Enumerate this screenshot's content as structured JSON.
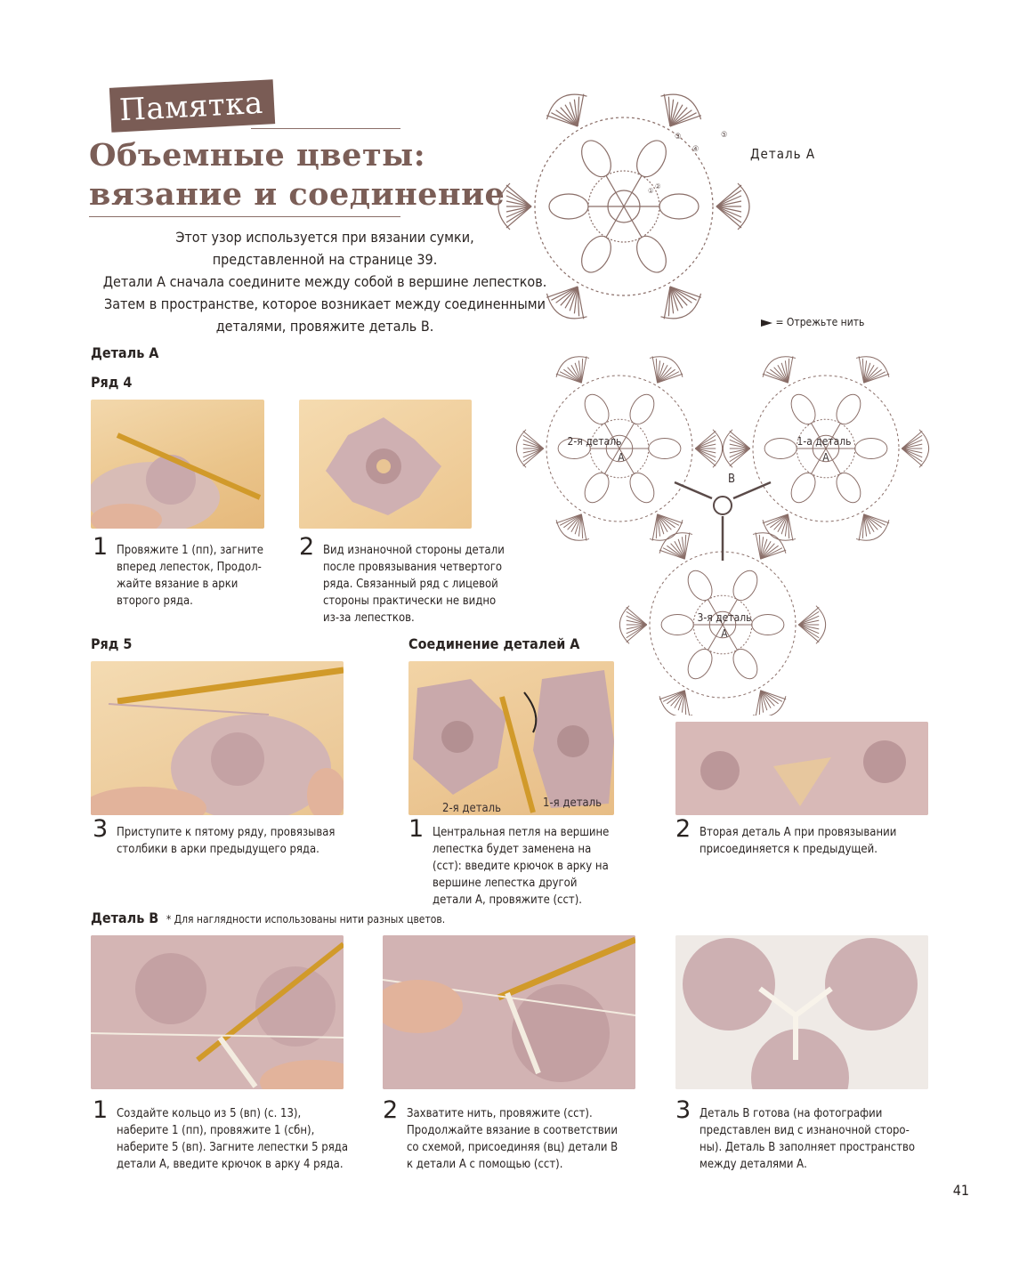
{
  "header": {
    "badge": "Памятка",
    "title_line1": "Объемные цветы:",
    "title_line2": "вязание и соединение"
  },
  "intro": [
    "Этот узор используется при вязании сумки,",
    "представленной на странице 39.",
    "Детали А сначала соедините между собой в вершине лепестков.",
    "Затем в пространстве, которое возникает между соединенными",
    "деталями, провяжите деталь В."
  ],
  "diagrams": {
    "top_label": "Деталь А",
    "round_numbers": [
      "③",
      "④",
      "⑤",
      "①",
      "②"
    ],
    "legend": "= Отрежьте нить",
    "joined_labels": [
      "2-я деталь",
      "А",
      "1-а деталь",
      "А",
      "3-я деталь",
      "А",
      "B"
    ]
  },
  "sections": {
    "detail_a": "Деталь А",
    "row4": "Ряд 4",
    "row5": "Ряд 5",
    "joining": "Соединение деталей А",
    "detail_b": "Деталь В",
    "detail_b_note": "* Для наглядности использованы нити разных цветов."
  },
  "photo_labels": {
    "second": "2-я деталь",
    "first": "1-я деталь"
  },
  "steps": {
    "row4_1": {
      "n": "1",
      "lines": [
        "Провяжите 1 (пп), загните",
        "вперед лепесток, Продол-",
        "жайте вязание в арки",
        "второго ряда."
      ]
    },
    "row4_2": {
      "n": "2",
      "lines": [
        "Вид изнаночной стороны детали",
        "после провязывания четвертого",
        "ряда. Связанный ряд с лицевой",
        "стороны практически не видно",
        "из-за лепестков."
      ]
    },
    "row5_3": {
      "n": "3",
      "lines": [
        "Приступите к пятому ряду, провязывая",
        "столбики в арки предыдущего ряда."
      ]
    },
    "join_1": {
      "n": "1",
      "lines": [
        "Центральная петля на вершине",
        "лепестка будет заменена на",
        "(сст): введите крючок в арку на",
        "вершине лепестка другой",
        "детали А, провяжите (сст)."
      ]
    },
    "join_2": {
      "n": "2",
      "lines": [
        "Вторая деталь А при провязывании",
        "присоединяется к предыдущей."
      ]
    },
    "b_1": {
      "n": "1",
      "lines": [
        "Создайте кольцо из 5 (вп) (с. 13),",
        "наберите 1 (пп), провяжите 1 (сбн),",
        "наберите 5 (вп). Загните лепестки 5 ряда",
        "детали А, введите крючок в арку 4 ряда."
      ]
    },
    "b_2": {
      "n": "2",
      "lines": [
        "Захватите нить, провяжите (сст).",
        "Продолжайте вязание в соответствии",
        "со схемой, присоединяя (вц) детали В",
        "к детали А с помощью (сст)."
      ]
    },
    "b_3": {
      "n": "3",
      "lines": [
        "Деталь В готова (на фотографии",
        "представлен вид с изнаночной сторо-",
        "ны). Деталь В заполняет пространство",
        "между деталями А."
      ]
    }
  },
  "page_number": "41",
  "colors": {
    "accent": "#7b5e57",
    "yarn": "#c9a9ab",
    "background_photo": "#f2d1a3"
  }
}
